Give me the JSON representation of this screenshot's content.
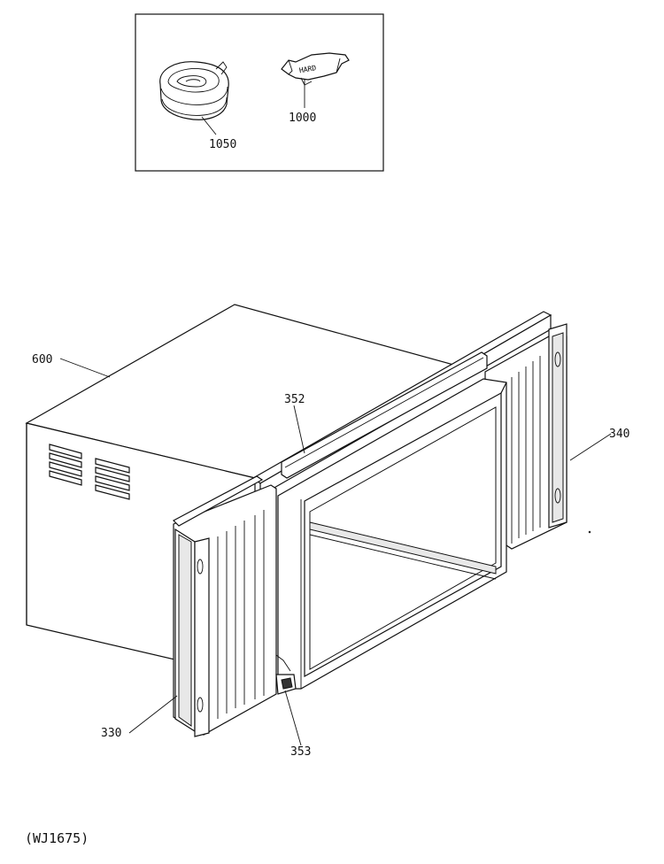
{
  "inset": {
    "parts": [
      {
        "id": "tape-roll",
        "label": "1050"
      },
      {
        "id": "hardware-packet",
        "label": "1000"
      }
    ],
    "packet_text": "HARD"
  },
  "callouts": {
    "cabinet": "600",
    "top_rail": "352",
    "right_panel": "340",
    "left_panel": "330",
    "bottom_rail": "353"
  },
  "drawing_code": "(WJ1675)"
}
